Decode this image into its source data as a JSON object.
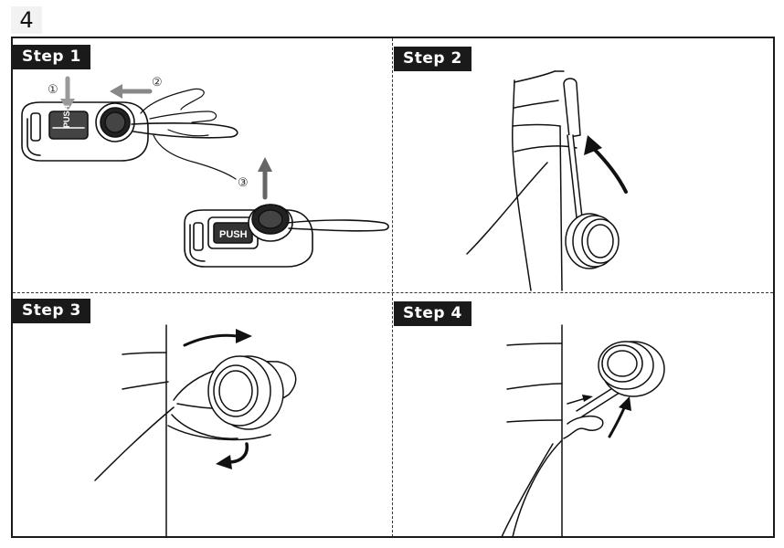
{
  "section_number": "4",
  "steps": [
    {
      "label": "Step 1",
      "markers": [
        "①",
        "②",
        "③"
      ],
      "button_text": "PUSH"
    },
    {
      "label": "Step 2"
    },
    {
      "label": "Step 3"
    },
    {
      "label": "Step 4"
    }
  ]
}
